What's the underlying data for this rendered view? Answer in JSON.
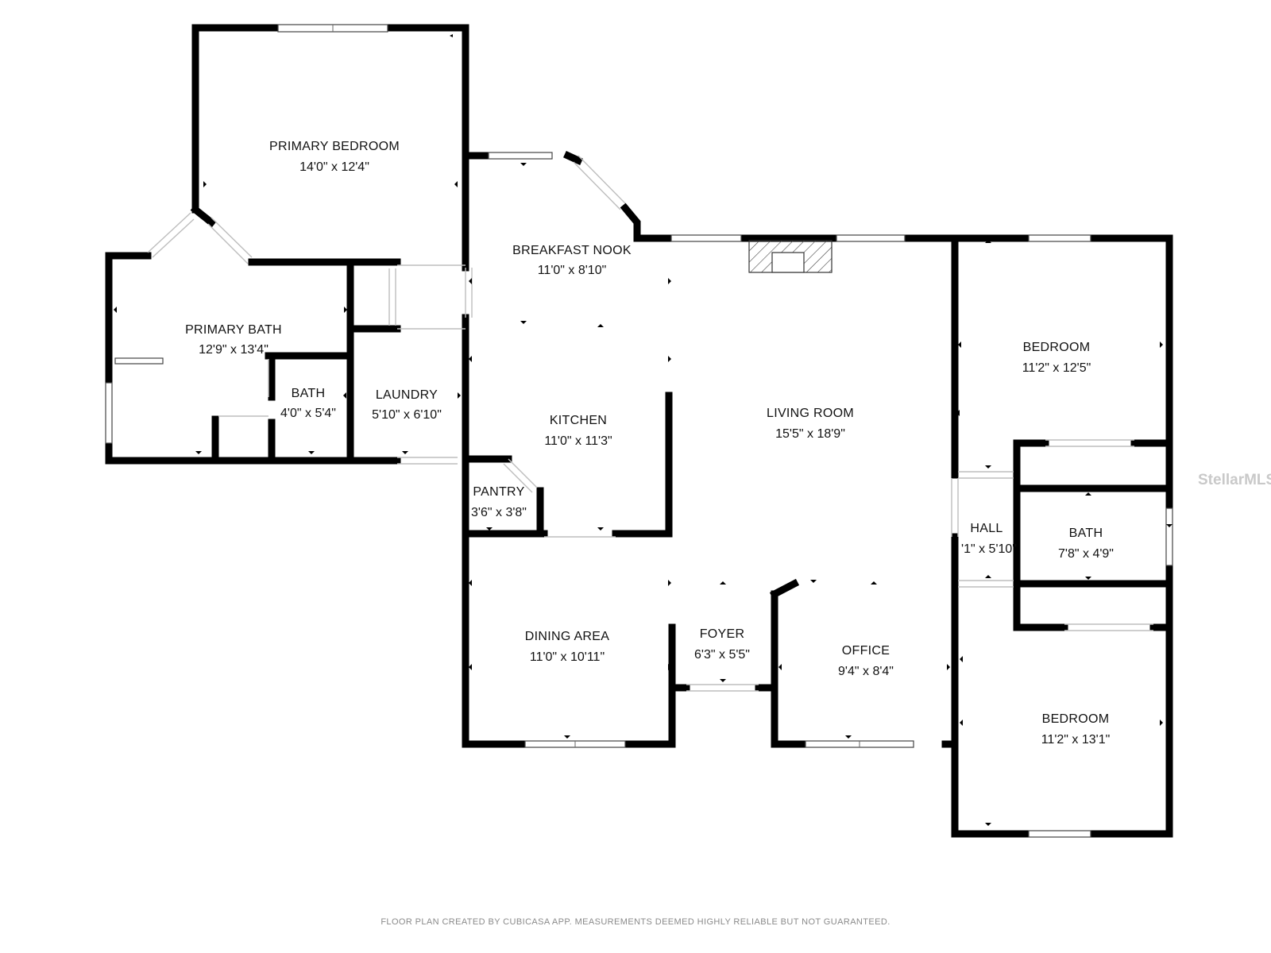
{
  "rooms": {
    "primary_bedroom": {
      "name": "PRIMARY BEDROOM",
      "dims": "14'0\" x 12'4\""
    },
    "breakfast_nook": {
      "name": "BREAKFAST NOOK",
      "dims": "11'0\" x 8'10\""
    },
    "primary_bath": {
      "name": "PRIMARY BATH",
      "dims": "12'9\" x 13'4\""
    },
    "bath_small": {
      "name": "BATH",
      "dims": "4'0\" x 5'4\""
    },
    "laundry": {
      "name": "LAUNDRY",
      "dims": "5'10\" x 6'10\""
    },
    "kitchen": {
      "name": "KITCHEN",
      "dims": "11'0\" x 11'3\""
    },
    "pantry": {
      "name": "PANTRY",
      "dims": "3'6\" x 3'8\""
    },
    "living_room": {
      "name": "LIVING ROOM",
      "dims": "15'5\" x 18'9\""
    },
    "bedroom_1": {
      "name": "BEDROOM",
      "dims": "11'2\" x 12'5\""
    },
    "hall": {
      "name": "HALL",
      "dims": "'1\" x 5'10\""
    },
    "bath_2": {
      "name": "BATH",
      "dims": "7'8\" x 4'9\""
    },
    "dining_area": {
      "name": "DINING AREA",
      "dims": "11'0\" x 10'11\""
    },
    "foyer": {
      "name": "FOYER",
      "dims": "6'3\" x 5'5\""
    },
    "office": {
      "name": "OFFICE",
      "dims": "9'4\" x 8'4\""
    },
    "bedroom_2": {
      "name": "BEDROOM",
      "dims": "11'2\" x 13'1\""
    }
  },
  "footer": "FLOOR PLAN CREATED BY CUBICASA APP. MEASUREMENTS DEEMED HIGHLY RELIABLE BUT NOT GUARANTEED.",
  "watermark": "StellarMLS",
  "colors": {
    "wall": "#000000",
    "background": "#ffffff",
    "footer_text": "#8a8a8a",
    "watermark": "#c9c9c9"
  }
}
